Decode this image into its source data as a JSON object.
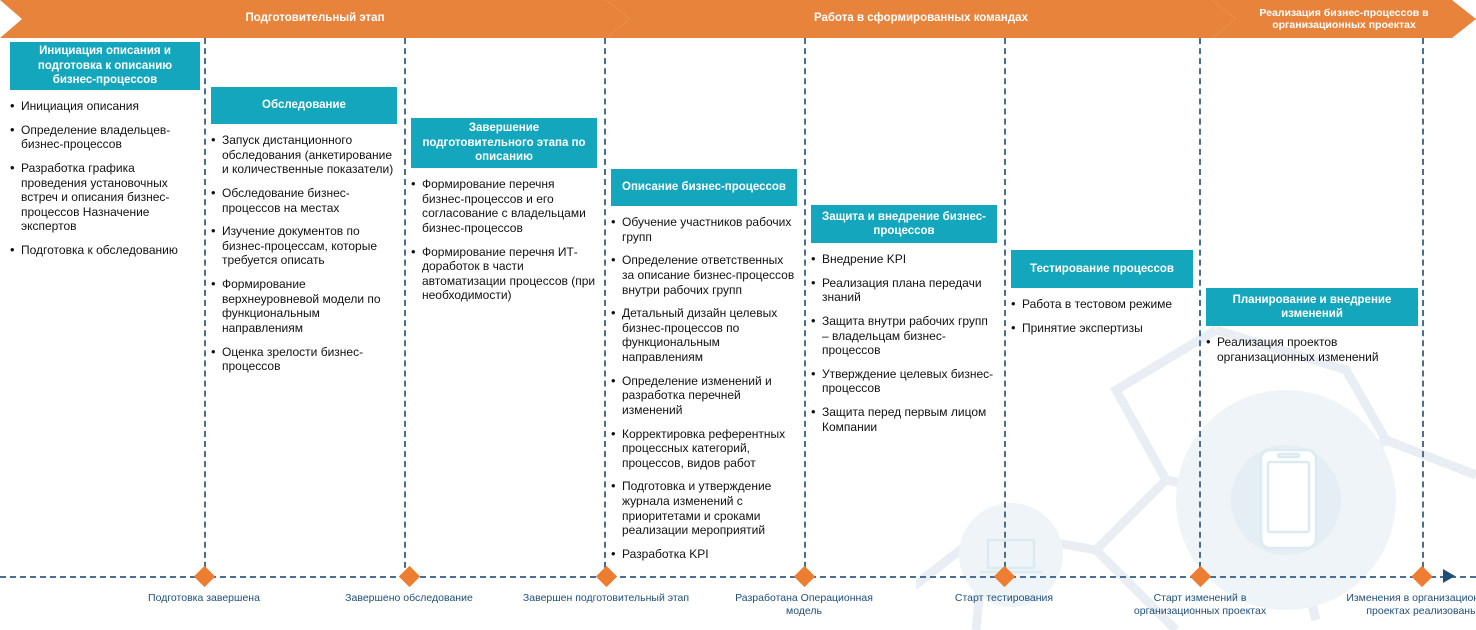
{
  "colors": {
    "phase_orange": "#E8833C",
    "stage_teal": "#14A6BD",
    "milestone_orange": "#ED7D31",
    "milestone_text": "#1f4e79",
    "divider": "#4a6f92"
  },
  "phases": [
    {
      "label": "Подготовительный этап"
    },
    {
      "label": "Работа в сформированных командах"
    },
    {
      "label": "Реализация бизнес-процессов в организационных проектах"
    }
  ],
  "stages": [
    {
      "title": "Инициация описания и подготовка к описанию бизнес-процессов",
      "items": [
        "Инициация описания",
        "Определение владельцев-бизнес-процессов",
        "Разработка графика проведения установочных встреч и описания бизнес-процессов Назначение экспертов",
        "Подготовка к обследованию"
      ]
    },
    {
      "title": "Обследование",
      "items": [
        "Запуск дистанционного обследования (анкетирование и количественные показатели)",
        "Обследование бизнес-процессов на местах",
        "Изучение документов по бизнес-процессам, которые требуется описать",
        "Формирование верхнеуровневой  модели по функциональным направлениям",
        "Оценка зрелости бизнес-процессов"
      ]
    },
    {
      "title": "Завершение подготовительного этапа по описанию",
      "items": [
        "Формирование перечня бизнес-процессов и его согласование с владельцами бизнес-процессов",
        "Формирование перечня ИТ-доработок в части автоматизации процессов (при необходимости)"
      ]
    },
    {
      "title": "Описание бизнес-процессов",
      "items": [
        "Обучение участников рабочих групп",
        "Определение ответственных за описание бизнес-процессов внутри рабочих групп",
        "Детальный дизайн целевых бизнес-процессов по функциональным направлениям",
        "Определение изменений и разработка перечней изменений",
        "Корректировка референтных процессных категорий, процессов, видов работ",
        "Подготовка и утверждение журнала изменений с приоритетами и сроками реализации мероприятий",
        "Разработка KPI"
      ]
    },
    {
      "title": "Защита и внедрение бизнес-процессов",
      "items": [
        "Внедрение KPI",
        "Реализация плана передачи знаний",
        "Защита внутри рабочих групп – владельцам бизнес-процессов",
        "Утверждение целевых бизнес-процессов",
        "Защита перед первым лицом Компании"
      ]
    },
    {
      "title": "Тестирование процессов",
      "items": [
        "Работа в тестовом режиме",
        "Принятие экспертизы"
      ]
    },
    {
      "title": "Планирование и внедрение изменений",
      "items": [
        "Реализация проектов организационных изменений"
      ]
    }
  ],
  "milestones": [
    {
      "label": "Подготовка завершена"
    },
    {
      "label": "Завершено обследование"
    },
    {
      "label": "Завершен подготовительный этап"
    },
    {
      "label": "Разработана Операционная модель"
    },
    {
      "label": "Старт тестирования"
    },
    {
      "label": "Старт изменений в организационных проектах"
    },
    {
      "label": "Изменения в организационных проектах реализованы"
    }
  ]
}
